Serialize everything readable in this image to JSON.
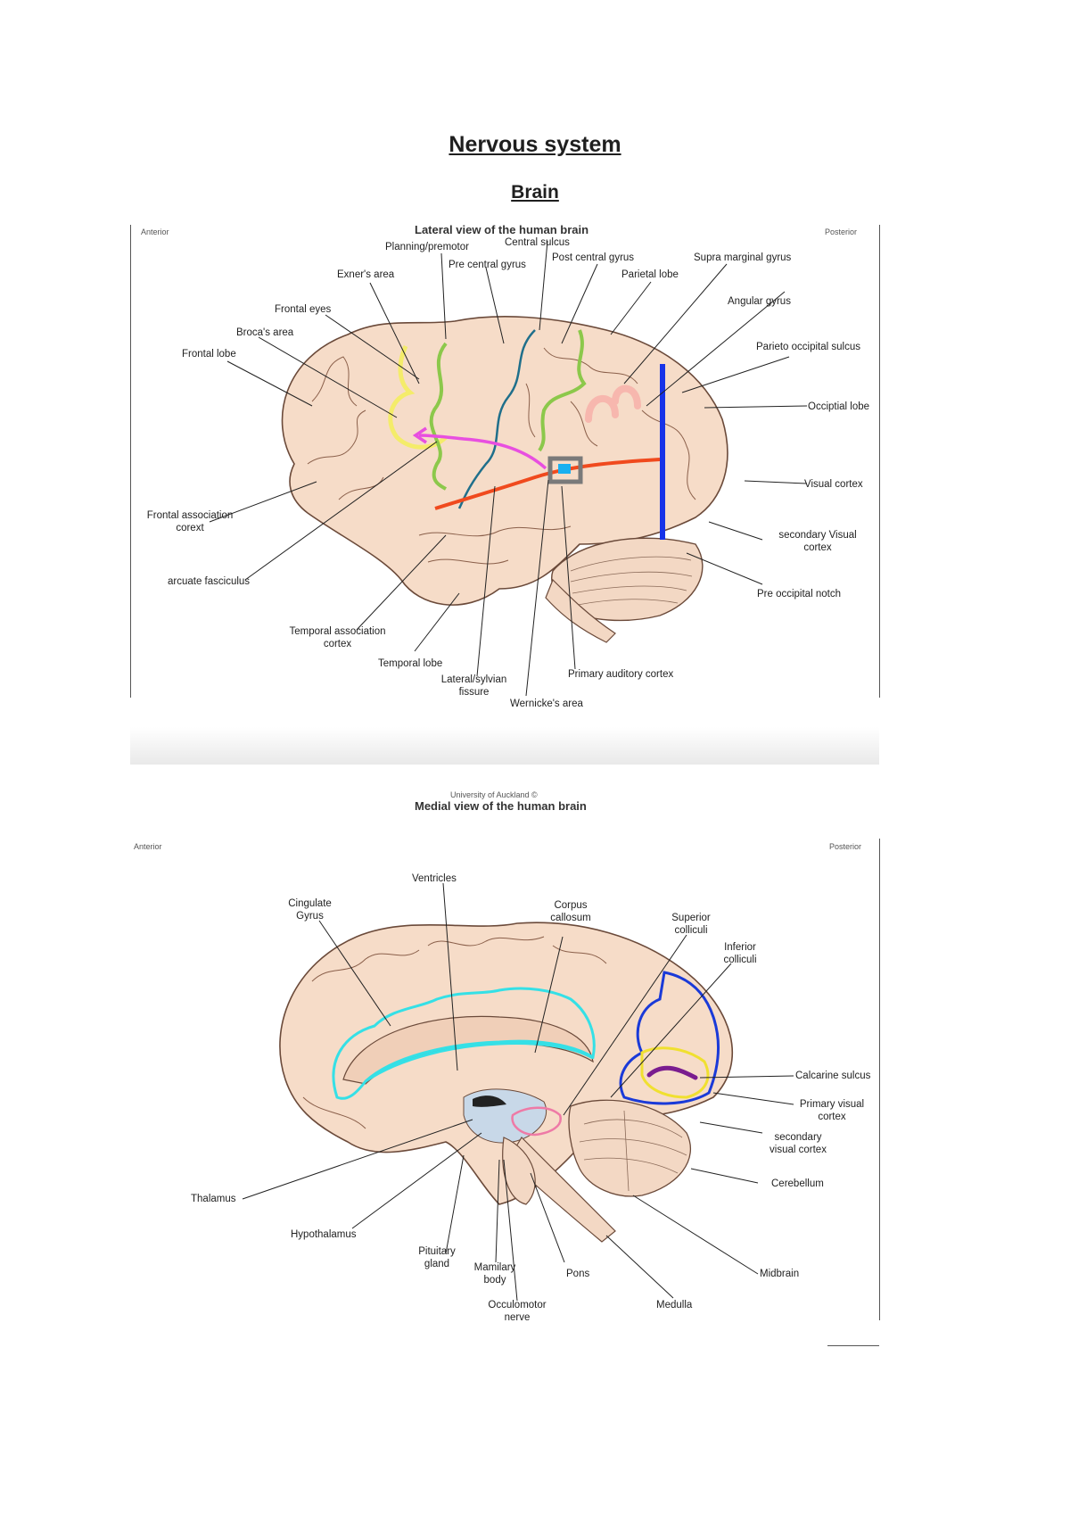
{
  "document": {
    "title": "Nervous system",
    "subtitle": "Brain"
  },
  "lateral": {
    "heading": "Lateral view of the human brain",
    "anterior": "Anterior",
    "posterior": "Posterior",
    "labels": {
      "planning": "Planning/premotor",
      "central_sulcus": "Central sulcus",
      "pre_central": "Pre central gyrus",
      "post_central": "Post central gyrus",
      "supra_marginal": "Supra marginal gyrus",
      "exner": "Exner's area",
      "parietal_lobe": "Parietal lobe",
      "angular": "Angular gyrus",
      "frontal_eyes": "Frontal eyes",
      "broca": "Broca's area",
      "parieto_occipital": "Parieto occipital sulcus",
      "frontal_lobe": "Frontal lobe",
      "occipital_lobe": "Occiptial lobe",
      "visual_cortex": "Visual cortex",
      "frontal_assoc_1": "Frontal association",
      "frontal_assoc_2": "corext",
      "secondary_visual_1": "secondary Visual",
      "secondary_visual_2": "cortex",
      "arcuate": "arcuate fasciculus",
      "pre_occipital": "Pre occipital notch",
      "temporal_assoc_1": "Temporal association",
      "temporal_assoc_2": "cortex",
      "temporal_lobe": "Temporal lobe",
      "lateral_1": "Lateral/sylvian",
      "lateral_2": "fissure",
      "primary_auditory": "Primary auditory cortex",
      "wernicke": "Wernicke's area"
    }
  },
  "medial": {
    "source": "University of Auckland ©",
    "heading": "Medial view of the human brain",
    "anterior": "Anterior",
    "posterior": "Posterior",
    "labels": {
      "ventricles": "Ventricles",
      "cingulate_1": "Cingulate",
      "cingulate_2": "Gyrus",
      "corpus_1": "Corpus",
      "corpus_2": "callosum",
      "superior_1": "Superior",
      "superior_2": "colliculi",
      "inferior_1": "Inferior",
      "inferior_2": "colliculi",
      "calcarine": "Calcarine sulcus",
      "primary_visual_1": "Primary visual",
      "primary_visual_2": "cortex",
      "secondary_visual_1": "secondary",
      "secondary_visual_2": "visual cortex",
      "cerebellum": "Cerebellum",
      "thalamus": "Thalamus",
      "hypothalamus": "Hypothalamus",
      "pituitary_1": "Pituitary",
      "pituitary_2": "gland",
      "mamillary_1": "Mamilary",
      "mamillary_2": "body",
      "pons": "Pons",
      "midbrain": "Midbrain",
      "occulomotor_1": "Occulomotor",
      "occulomotor_2": "nerve",
      "medulla": "Medulla"
    }
  },
  "colors": {
    "brain_fill": "#f6dcc8",
    "brain_stroke": "#6b4a3a",
    "arcuate": "#e84fe0",
    "central_sulcus": "#1f6f8b",
    "gyrus_green": "#8cc84b",
    "fissure_red": "#f04a1e",
    "broca_yellow": "#f4ec6a",
    "angular_pink": "#f7b7ae",
    "parieto_blue": "#1733e8",
    "cingulate_cyan": "#35e0e6",
    "calcarine_purple": "#7a1d8f",
    "visual_yellow": "#f0e030",
    "visual_blue": "#1a3ad8",
    "pink_outline": "#ee7aa6",
    "ventricle_blue": "#c8d8e8"
  }
}
